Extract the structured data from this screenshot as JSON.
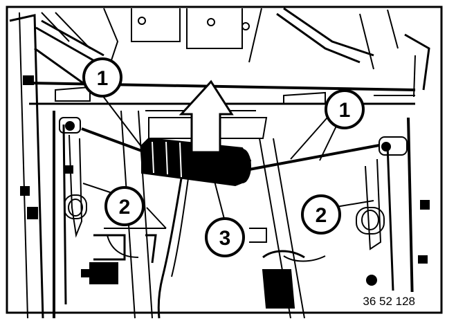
{
  "figure": {
    "number": "36 52 128",
    "background": "#ffffff",
    "ink": "#000000",
    "callouts": [
      {
        "id": "callout-1-left",
        "label": "1"
      },
      {
        "id": "callout-1-right",
        "label": "1"
      },
      {
        "id": "callout-2-left",
        "label": "2"
      },
      {
        "id": "callout-2-right",
        "label": "2"
      },
      {
        "id": "callout-3",
        "label": "3"
      }
    ]
  }
}
